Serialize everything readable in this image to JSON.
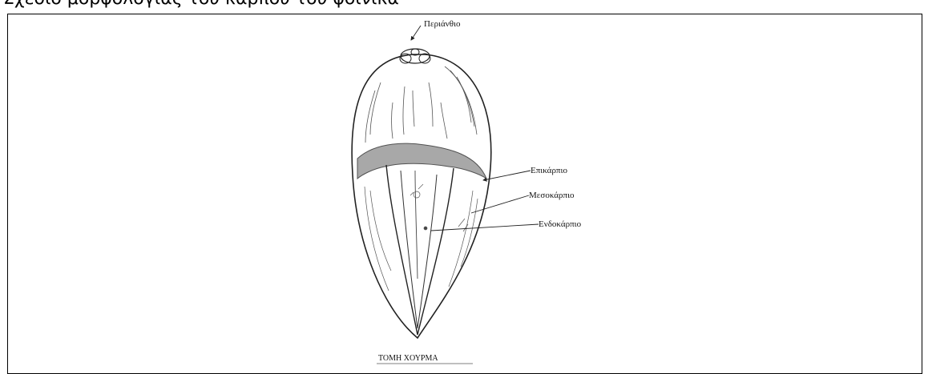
{
  "heading_partial": "Σχέδιο μορφολογίας του καρπού του φοίνικα",
  "labels": {
    "perianth": "Περιάνθιο",
    "epicarp": "Επικάρπιο",
    "mesocarp": "Μεσοκάρπιο",
    "endocarp": "Ενδοκάρπιο"
  },
  "caption": "ΤΟΜΗ ΧΟΥΡΜΑ",
  "colors": {
    "ink": "#222222",
    "shading": "#555555",
    "paper": "#ffffff"
  }
}
